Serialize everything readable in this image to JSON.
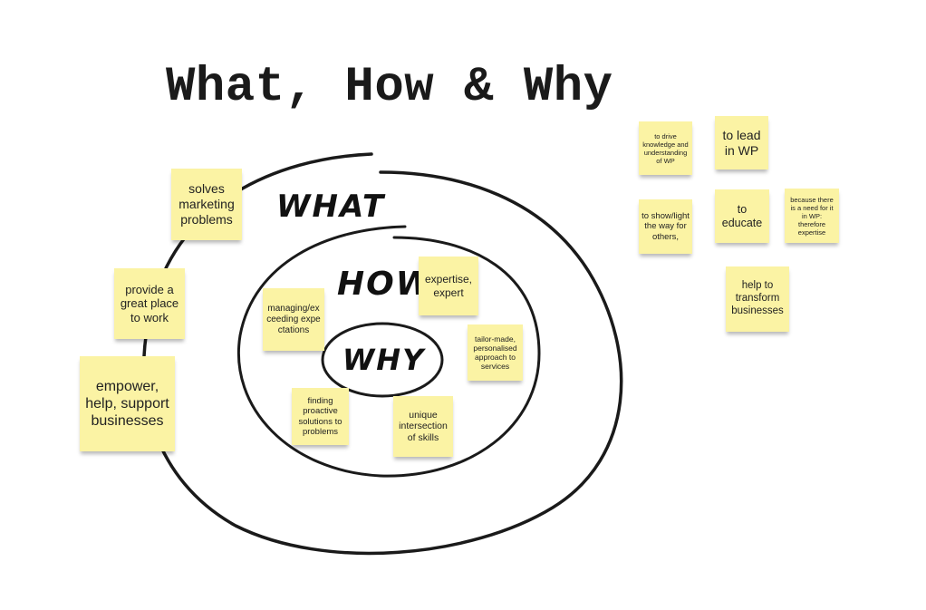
{
  "title": "What, How & Why",
  "circle_labels": {
    "what": "WHAT",
    "how": "HOW",
    "why": "WHY"
  },
  "notes_what": [
    "solves marketing problems",
    "provide a great place to work",
    "empower, help, support businesses"
  ],
  "notes_how": [
    "managing/exceeding expectations",
    "expertise, expert",
    "tailor-made, personalised approach to services",
    "finding proactive solutions to problems",
    "unique intersection of skills"
  ],
  "notes_why": [
    "to drive knowledge and understanding of WP",
    "to lead in WP",
    "to show/light the way for others,",
    "to educate",
    "because there is a need for it in WP: therefore expertise",
    "help to transform businesses"
  ],
  "colors": {
    "note": "#fbf3a4",
    "ink": "#111111"
  }
}
